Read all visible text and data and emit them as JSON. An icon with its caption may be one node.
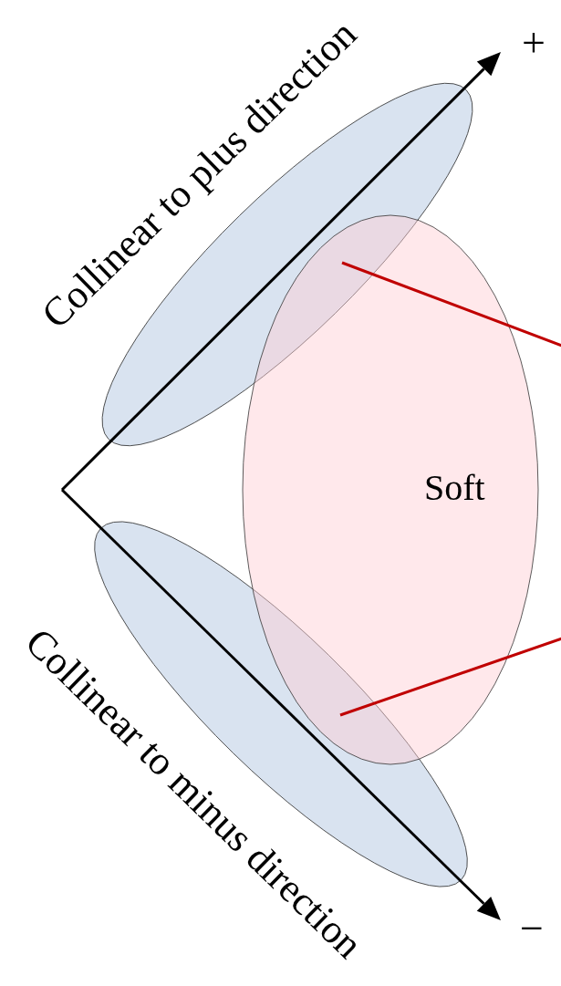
{
  "diagram": {
    "nodes": [
      {
        "text": [
          "Collinear to plus direction"
        ]
      },
      {
        "text": [
          "Soft"
        ]
      },
      {
        "text": [
          "Collinear to minus direction"
        ]
      }
    ],
    "edges": [],
    "labels": [
      "+",
      "−"
    ]
  }
}
